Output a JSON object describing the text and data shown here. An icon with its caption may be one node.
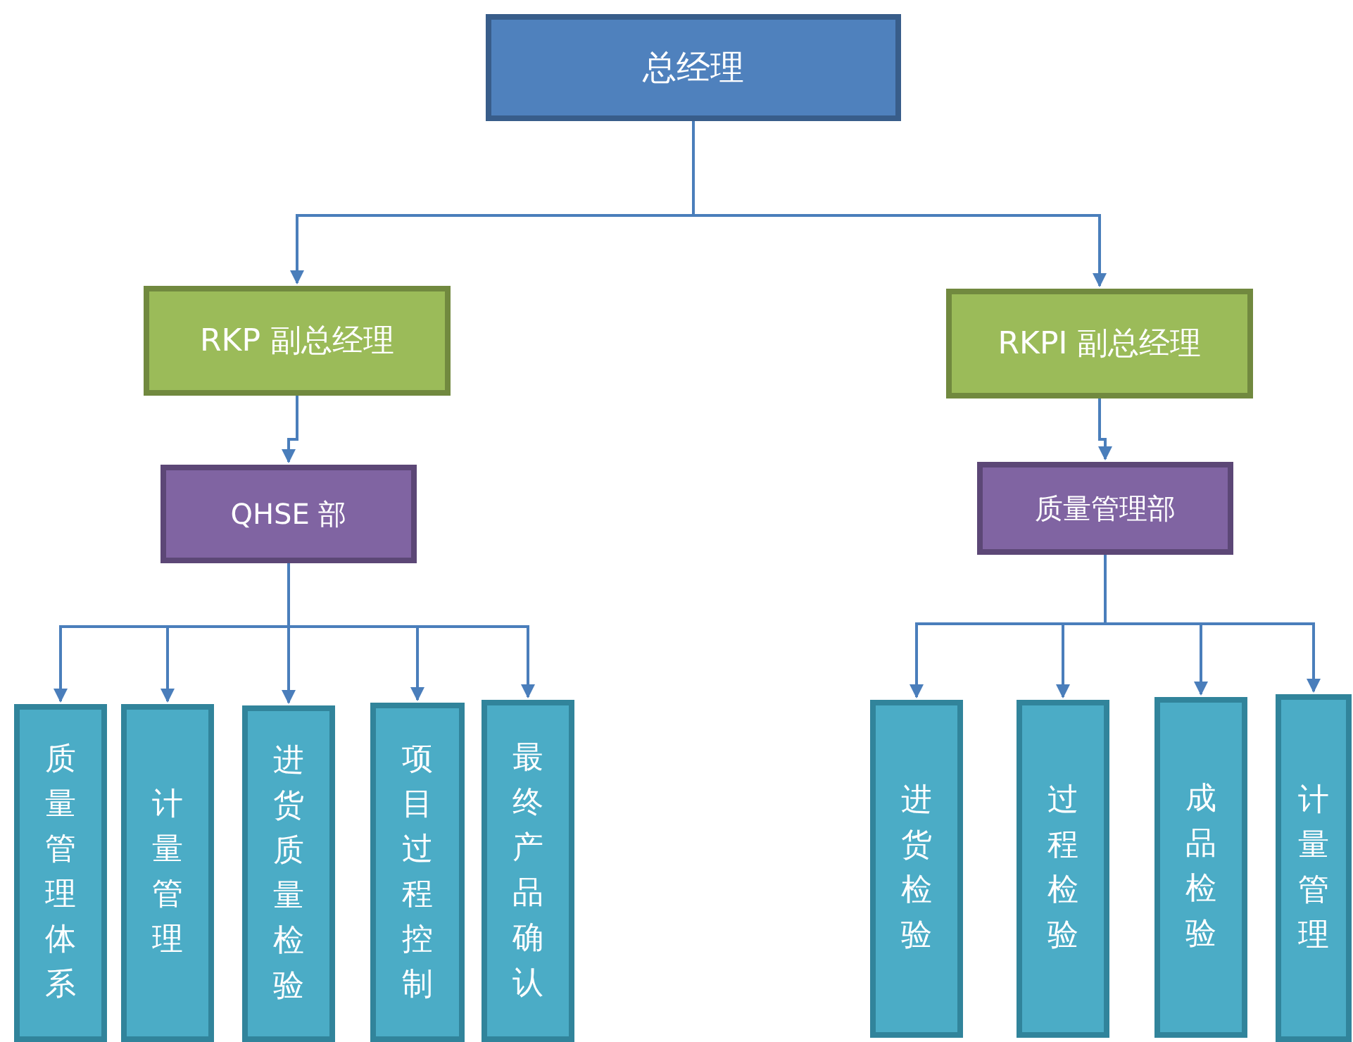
{
  "diagram": {
    "nodes": [
      {
        "text": [
          "总经理"
        ]
      },
      {
        "text": [
          "RKP 副总经理"
        ]
      },
      {
        "text": [
          "RKPI 副总经理"
        ]
      },
      {
        "text": [
          "QHSE 部"
        ]
      },
      {
        "text": [
          "质量管理部"
        ]
      },
      {
        "text": [
          "质量管理体系"
        ]
      },
      {
        "text": [
          "计量管理"
        ]
      },
      {
        "text": [
          "进货质量检验"
        ]
      },
      {
        "text": [
          "项目过程控制"
        ]
      },
      {
        "text": [
          "最终产品确认"
        ]
      },
      {
        "text": [
          "进货检验"
        ]
      },
      {
        "text": [
          "过程检验"
        ]
      },
      {
        "text": [
          "成品检验"
        ]
      },
      {
        "text": [
          "计量管理"
        ]
      }
    ],
    "edges": [
      {
        "from": 0,
        "to": 1,
        "arrow": "to"
      },
      {
        "from": 0,
        "to": 2,
        "arrow": "to"
      },
      {
        "from": 1,
        "to": 3,
        "arrow": "to"
      },
      {
        "from": 2,
        "to": 4,
        "arrow": "to"
      },
      {
        "from": 3,
        "to": 5,
        "arrow": "to"
      },
      {
        "from": 3,
        "to": 6,
        "arrow": "to"
      },
      {
        "from": 3,
        "to": 7,
        "arrow": "to"
      },
      {
        "from": 3,
        "to": 8,
        "arrow": "to"
      },
      {
        "from": 3,
        "to": 9,
        "arrow": "to"
      },
      {
        "from": 4,
        "to": 10,
        "arrow": "to"
      },
      {
        "from": 4,
        "to": 11,
        "arrow": "to"
      },
      {
        "from": 4,
        "to": 12,
        "arrow": "to"
      },
      {
        "from": 4,
        "to": 13,
        "arrow": "to"
      }
    ]
  }
}
